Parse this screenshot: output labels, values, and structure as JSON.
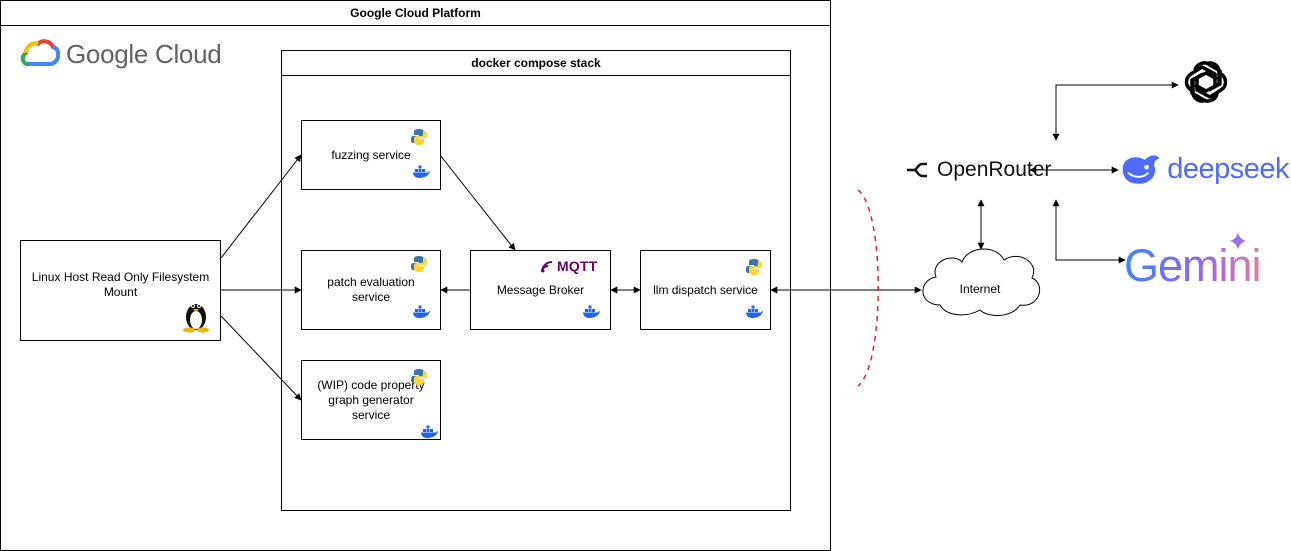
{
  "frames": {
    "gcp_title": "Google Cloud Platform",
    "compose_title": "docker compose stack"
  },
  "logos": {
    "google_cloud": "Google Cloud",
    "mqtt": "MQTT",
    "openrouter": "OpenRouter",
    "deepseek": "deepseek",
    "gemini": "Gemini"
  },
  "nodes": {
    "linux_host": "Linux Host Read Only Filesystem Mount",
    "fuzzing": "fuzzing service",
    "patch_eval": "patch evaluation service",
    "code_graph": "(WIP) code property graph generator service",
    "broker": "Message Broker",
    "llm_dispatch": "llm dispatch service",
    "internet": "Internet"
  },
  "icons": {
    "python": "python-icon",
    "docker": "docker-icon",
    "linux": "tux-linux-icon",
    "openai": "openai-icon",
    "cloud": "cloud-shape"
  },
  "colors": {
    "docker_blue": "#1d63ed",
    "python_blue": "#3776ab",
    "python_yellow": "#ffd43b",
    "mqtt_purple": "#660066",
    "firewall_red": "#e0242a",
    "deepseek_blue": "#4d6bfe"
  }
}
